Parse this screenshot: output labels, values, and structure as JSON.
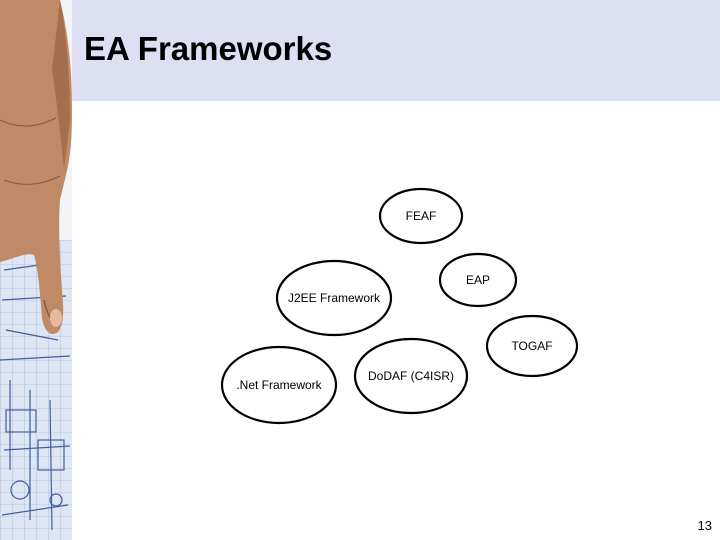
{
  "slide": {
    "title": "EA Frameworks",
    "page_number": "13"
  },
  "diagram": {
    "nodes": [
      {
        "id": "feaf",
        "label": "FEAF"
      },
      {
        "id": "eap",
        "label": "EAP"
      },
      {
        "id": "j2ee",
        "label": "J2EE Framework"
      },
      {
        "id": "togaf",
        "label": "TOGAF"
      },
      {
        "id": "dotnet",
        "label": ".Net Framework"
      },
      {
        "id": "dodaf",
        "label": "DoDAF (C4ISR)"
      }
    ]
  },
  "colors": {
    "header_band": "#dde0f2",
    "ellipse_stroke": "#000000"
  },
  "images": {
    "side_photo": "hand-pointing-at-blueprint"
  }
}
